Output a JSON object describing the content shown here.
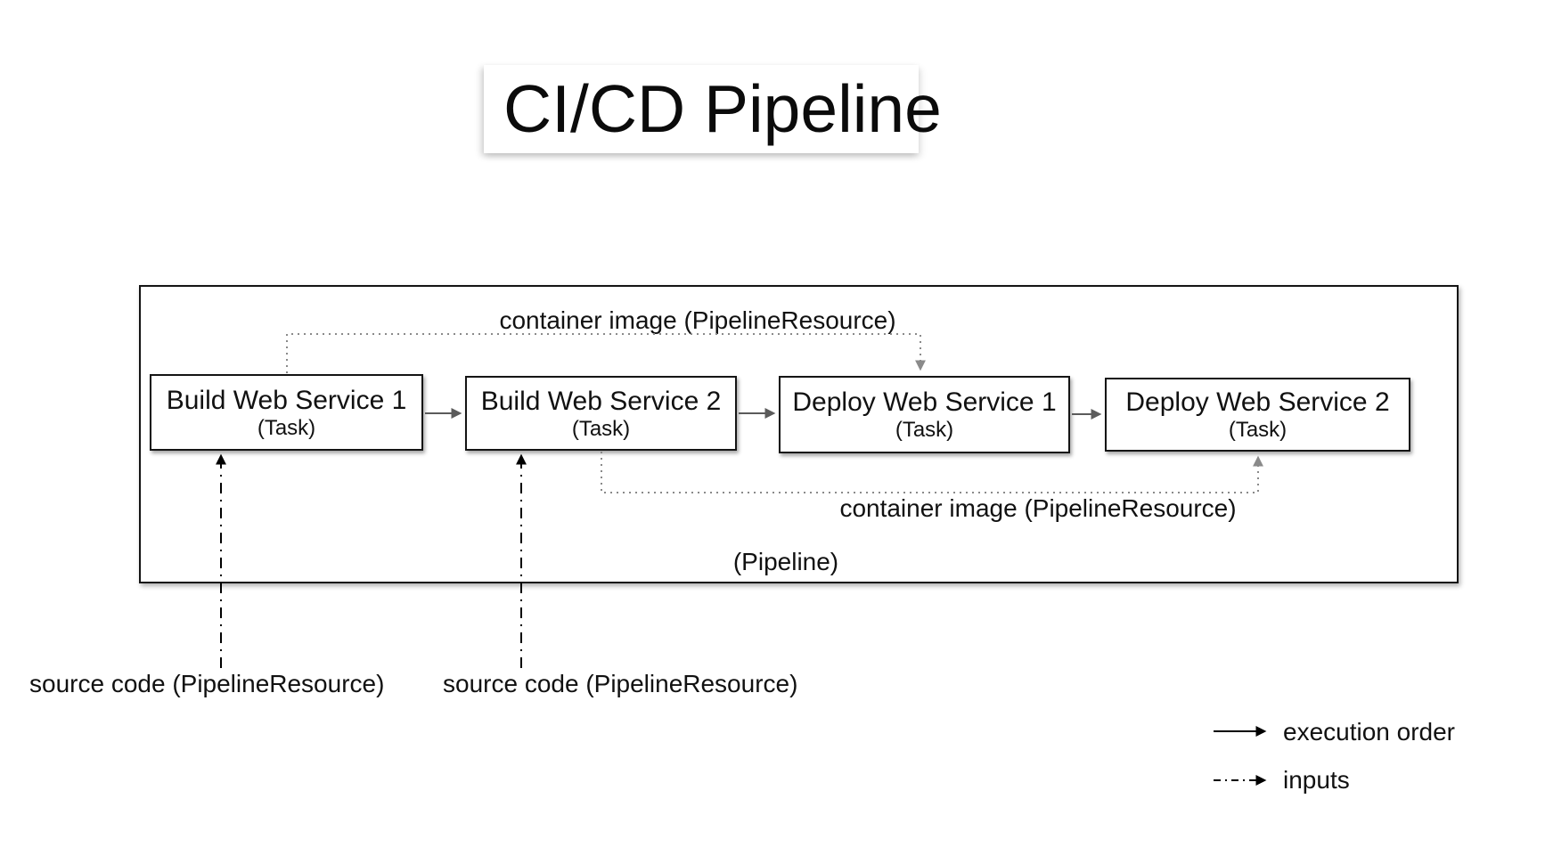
{
  "title": "CI/CD Pipeline",
  "pipeline": {
    "label": "(Pipeline)",
    "tasks": [
      {
        "name": "Build Web Service 1",
        "type": "(Task)"
      },
      {
        "name": "Build Web Service 2",
        "type": "(Task)"
      },
      {
        "name": "Deploy Web Service 1",
        "type": "(Task)"
      },
      {
        "name": "Deploy Web Service 2",
        "type": "(Task)"
      }
    ]
  },
  "resources": {
    "container_image_top": "container image (PipelineResource)",
    "container_image_bottom": "container image (PipelineResource)",
    "source_code_1": "source code (PipelineResource)",
    "source_code_2": "source code (PipelineResource)"
  },
  "legend": [
    {
      "style": "solid",
      "label": "execution order"
    },
    {
      "style": "dash-dot",
      "label": "inputs"
    }
  ],
  "colors": {
    "execution_arrow": "#5b5b5b",
    "resource_arrow": "#8a8a8a",
    "inputs_arrow": "#000000",
    "box_border": "#141414",
    "background": "#ffffff"
  }
}
